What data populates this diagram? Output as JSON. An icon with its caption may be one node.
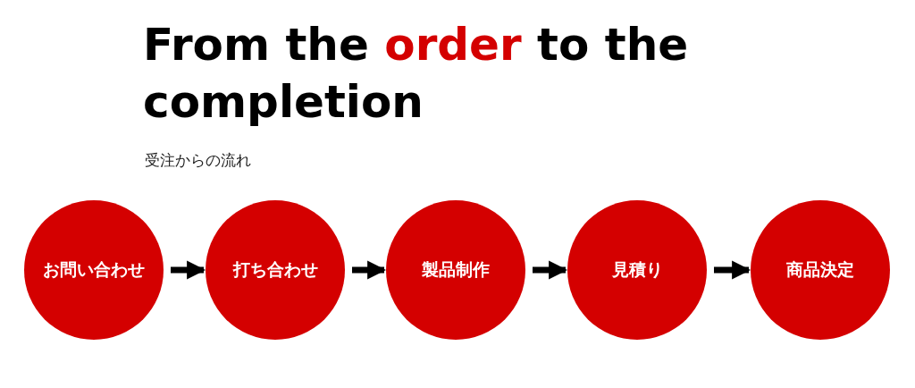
{
  "diagram": {
    "title": "From the **order** to the completion",
    "nodes": [
      {
        "text": [
          "お問い合わせ"
        ]
      },
      {
        "text": [
          "打ち合わせ"
        ]
      },
      {
        "text": [
          "製品制作"
        ]
      },
      {
        "text": [
          "見積り"
        ]
      },
      {
        "text": [
          "商品決定"
        ]
      }
    ],
    "edges": [
      {
        "from": 0,
        "to": 1,
        "arrow": "to"
      },
      {
        "from": 1,
        "to": 2,
        "arrow": "to"
      },
      {
        "from": 2,
        "to": 3,
        "arrow": "to"
      },
      {
        "from": 3,
        "to": 4,
        "arrow": "to"
      }
    ],
    "labels": [
      "受注からの流れ"
    ]
  }
}
